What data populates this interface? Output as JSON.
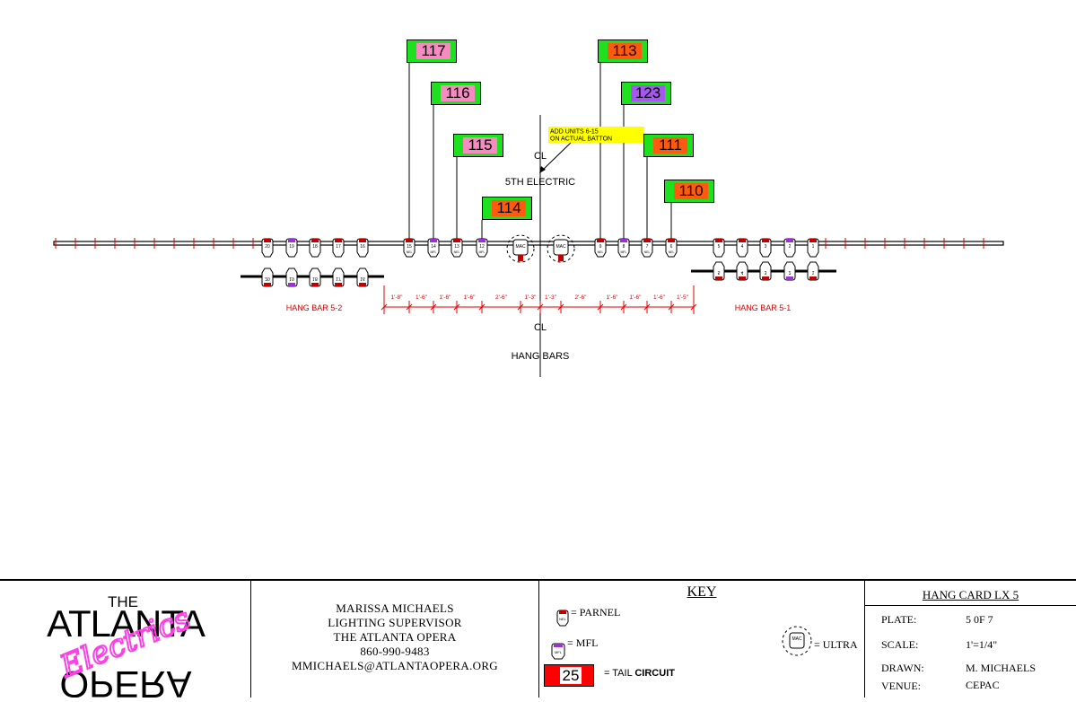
{
  "circuits": [
    {
      "num": "117",
      "color": "#f58bc0"
    },
    {
      "num": "116",
      "color": "#f58bc0"
    },
    {
      "num": "115",
      "color": "#f58bc0"
    },
    {
      "num": "114",
      "color": "#ff5a10"
    },
    {
      "num": "113",
      "color": "#ff5a10"
    },
    {
      "num": "123",
      "color": "#a557ef"
    },
    {
      "num": "111",
      "color": "#ff5a10"
    },
    {
      "num": "110",
      "color": "#ff5a10"
    }
  ],
  "labels": {
    "note": [
      "ADD UNITS 6-15",
      "ON ACTUAL BATTON"
    ],
    "cl": "CL",
    "electric": "5TH ELECTRIC",
    "hang_bars": "HANG BARS",
    "hang_bar_left": "HANG BAR 5-2",
    "hang_bar_right": "HANG BAR 5-1"
  },
  "batten_units": [
    {
      "n": "20",
      "code": "",
      "type": "parnel",
      "cap": "#c00000"
    },
    {
      "n": "19",
      "code": "",
      "type": "mfl",
      "cap": "#9b30d9"
    },
    {
      "n": "18",
      "code": "",
      "type": "parnel",
      "cap": "#c00000"
    },
    {
      "n": "17",
      "code": "",
      "type": "parnel",
      "cap": "#c00000"
    },
    {
      "n": "16",
      "code": "",
      "type": "parnel",
      "cap": "#c00000"
    },
    {
      "n": "15",
      "code": "NEL",
      "type": "parnel",
      "cap": "#c00000"
    },
    {
      "n": "14",
      "code": "MFL",
      "type": "mfl",
      "cap": "#9b30d9"
    },
    {
      "n": "13",
      "code": "NEL",
      "type": "parnel",
      "cap": "#c00000"
    },
    {
      "n": "12",
      "code": "MFL",
      "type": "mfl",
      "cap": "#9b30d9"
    },
    {
      "n": "MAC",
      "code": "",
      "type": "ultra",
      "cap": "#c00000"
    },
    {
      "n": "MAC",
      "code": "",
      "type": "ultra",
      "cap": "#c00000"
    },
    {
      "n": "9",
      "code": "NEL",
      "type": "parnel",
      "cap": "#c00000"
    },
    {
      "n": "8",
      "code": "MFL",
      "type": "mfl",
      "cap": "#9b30d9"
    },
    {
      "n": "7",
      "code": "NEL",
      "type": "parnel",
      "cap": "#c00000"
    },
    {
      "n": "6",
      "code": "NEL",
      "type": "parnel",
      "cap": "#c00000"
    },
    {
      "n": "5",
      "code": "",
      "type": "parnel",
      "cap": "#c00000"
    },
    {
      "n": "4",
      "code": "",
      "type": "parnel",
      "cap": "#c00000"
    },
    {
      "n": "3",
      "code": "",
      "type": "parnel",
      "cap": "#c00000"
    },
    {
      "n": "2",
      "code": "",
      "type": "mfl",
      "cap": "#9b30d9"
    },
    {
      "n": "1",
      "code": "",
      "type": "parnel",
      "cap": "#c00000"
    }
  ],
  "hangbar_units_left": [
    "20",
    "19",
    "18",
    "17",
    "16"
  ],
  "hangbar_units_right": [
    "5",
    "4",
    "3",
    "2",
    "1"
  ],
  "dimensions": [
    "1'-8\"",
    "1'-6\"",
    "1'-6\"",
    "1'-6\"",
    "2'-6\"",
    "1'-3\"",
    "1'-3\"",
    "2'-6\"",
    "1'-6\"",
    "1'-6\"",
    "1'-6\"",
    "1'-5\""
  ],
  "contact": {
    "name": "MARISSA MICHAELS",
    "role": "LIGHTING SUPERVISOR",
    "org": "THE ATLANTA OPERA",
    "phone": "860-990-9483",
    "email": "MMICHAELS@ATLANTAOPERA.ORG"
  },
  "logo": {
    "the": "THE",
    "atlanta": "ATLANTA",
    "opera": "OPERA",
    "script": "Electrics",
    "neon_color": "#ff3ee8"
  },
  "key": {
    "title": "KEY",
    "parnel": "= PARNEL",
    "mfl": "= MFL",
    "ultra": "= ULTRA",
    "tail_num": "25",
    "tail_prefix": "= TAIL",
    "tail_bold": "CIRCUIT",
    "icon_parnel": "NEL",
    "icon_mfl": "MFL",
    "icon_ultra": "MAC"
  },
  "info": {
    "title": "HANG CARD LX 5",
    "plate_label": "PLATE:",
    "plate_value": "5 0F 7",
    "scale_label": "SCALE:",
    "scale_value": "1'=1/4\"",
    "drawn_label": "DRAWN:",
    "drawn_value": "M. MICHAELS",
    "venue_label": "VENUE:",
    "venue_value": "CEPAC"
  },
  "colors": {
    "tag_green": "#1fe01f",
    "dimension_red": "#e00000",
    "note_yellow": "#ffff00",
    "tail_red": "#ff0000",
    "parnel_cap": "#c00000",
    "mfl_cap": "#9b30d9"
  }
}
